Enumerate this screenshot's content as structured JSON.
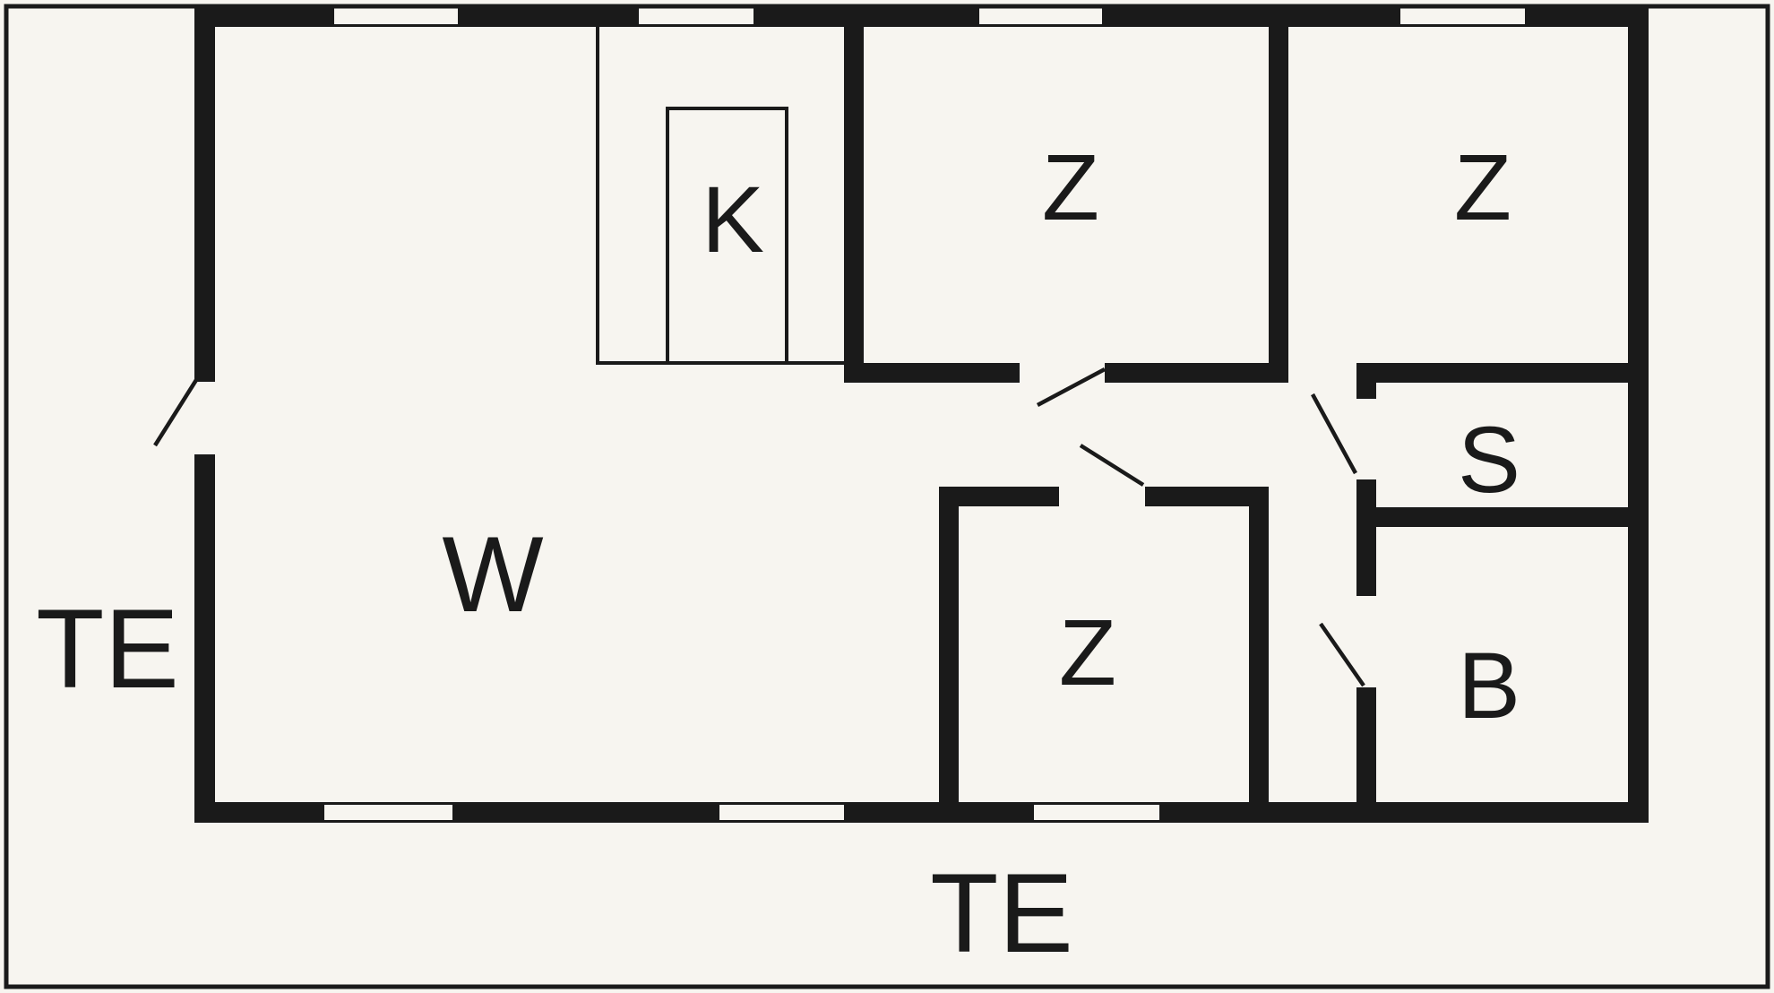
{
  "floorplan": {
    "colors": {
      "background": "#f7f5f0",
      "wall": "#1a1a1a",
      "text": "#1a1a1a"
    },
    "rooms": [
      {
        "id": "kitchen",
        "label": "K"
      },
      {
        "id": "bedroom-top-middle",
        "label": "Z"
      },
      {
        "id": "bedroom-top-right",
        "label": "Z"
      },
      {
        "id": "bedroom-bottom",
        "label": "Z"
      },
      {
        "id": "storage",
        "label": "S"
      },
      {
        "id": "bathroom",
        "label": "B"
      },
      {
        "id": "living-room",
        "label": "W"
      },
      {
        "id": "terrace-west",
        "label": "TE"
      },
      {
        "id": "terrace-south",
        "label": "TE"
      }
    ]
  }
}
